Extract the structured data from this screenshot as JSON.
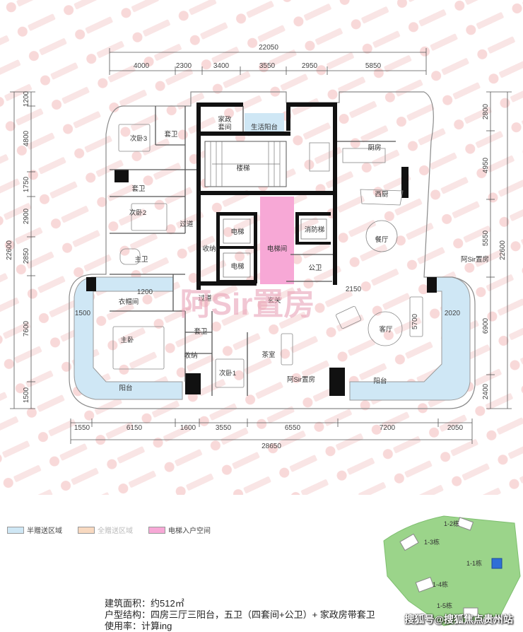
{
  "watermark": "阿Sir置房",
  "dims": {
    "top_total": "22050",
    "top": [
      "4000",
      "2300",
      "3400",
      "3550",
      "2950",
      "5850"
    ],
    "bottom_total": "28650",
    "bottom": [
      "1550",
      "6150",
      "1600",
      "3550",
      "6550",
      "7200",
      "2050"
    ],
    "left_total": "22600",
    "left": [
      "1200",
      "4800",
      "1750",
      "2900",
      "2850",
      "7600",
      "1500"
    ],
    "right_total": "22600",
    "right": [
      "2800",
      "4950",
      "5550",
      "6900",
      "2400"
    ],
    "inner": [
      "1200",
      "1500",
      "2150",
      "2020",
      "5700"
    ]
  },
  "rooms": {
    "bedroom3": "次卧3",
    "guest_bath_top": "套卫",
    "maid_room": "家政\n套间",
    "service_balcony": "生活阳台",
    "stairs": "楼梯",
    "kitchen": "厨房",
    "western_kitchen": "西厨",
    "suite_bath": "套卫",
    "bedroom2": "次卧2",
    "corridor1": "过道",
    "storage1": "收纳",
    "elevator1": "电梯",
    "elevator2": "电梯",
    "elevator_hall": "电梯间",
    "fire_elevator": "消防梯",
    "dining": "餐厅",
    "master_bath": "主卫",
    "public_bath": "公卫",
    "walk_in": "衣帽间",
    "corridor2": "过道",
    "entrance": "玄关",
    "living": "客厅",
    "master_bed": "主卧",
    "guest_bath_mid": "套卫",
    "storage2": "收纳",
    "tea_room": "茶室",
    "bedroom1": "次卧1",
    "balcony_left": "阳台",
    "balcony_right": "阳台",
    "mark1": "阿Sir置房",
    "mark2": "阿Sir置房"
  },
  "big_watermark": "阿Sir置房",
  "legend": [
    {
      "label": "半赠送区域",
      "color": "#cfe7f5"
    },
    {
      "label": "全赠送区域",
      "color": "#f8d9c0"
    },
    {
      "label": "电梯入户空间",
      "color": "#f7a8d6"
    }
  ],
  "info": {
    "area": "建筑面积：约512㎡",
    "layout": "户型结构：四房三厅三阳台，五卫（四套间+公卫）+ 家政房带套卫",
    "usage": "使用率：计算ing"
  },
  "minimap": [
    "1-2栋",
    "1-3栋",
    "1-1栋",
    "1-4栋",
    "1-5栋"
  ],
  "credit": "搜狐号@搜狐焦点贵州站",
  "colors": {
    "wall": "#111111",
    "balcony": "#cfe7f5",
    "elevator_entry": "#f7a8d6",
    "outline": "#9a9a9a"
  }
}
